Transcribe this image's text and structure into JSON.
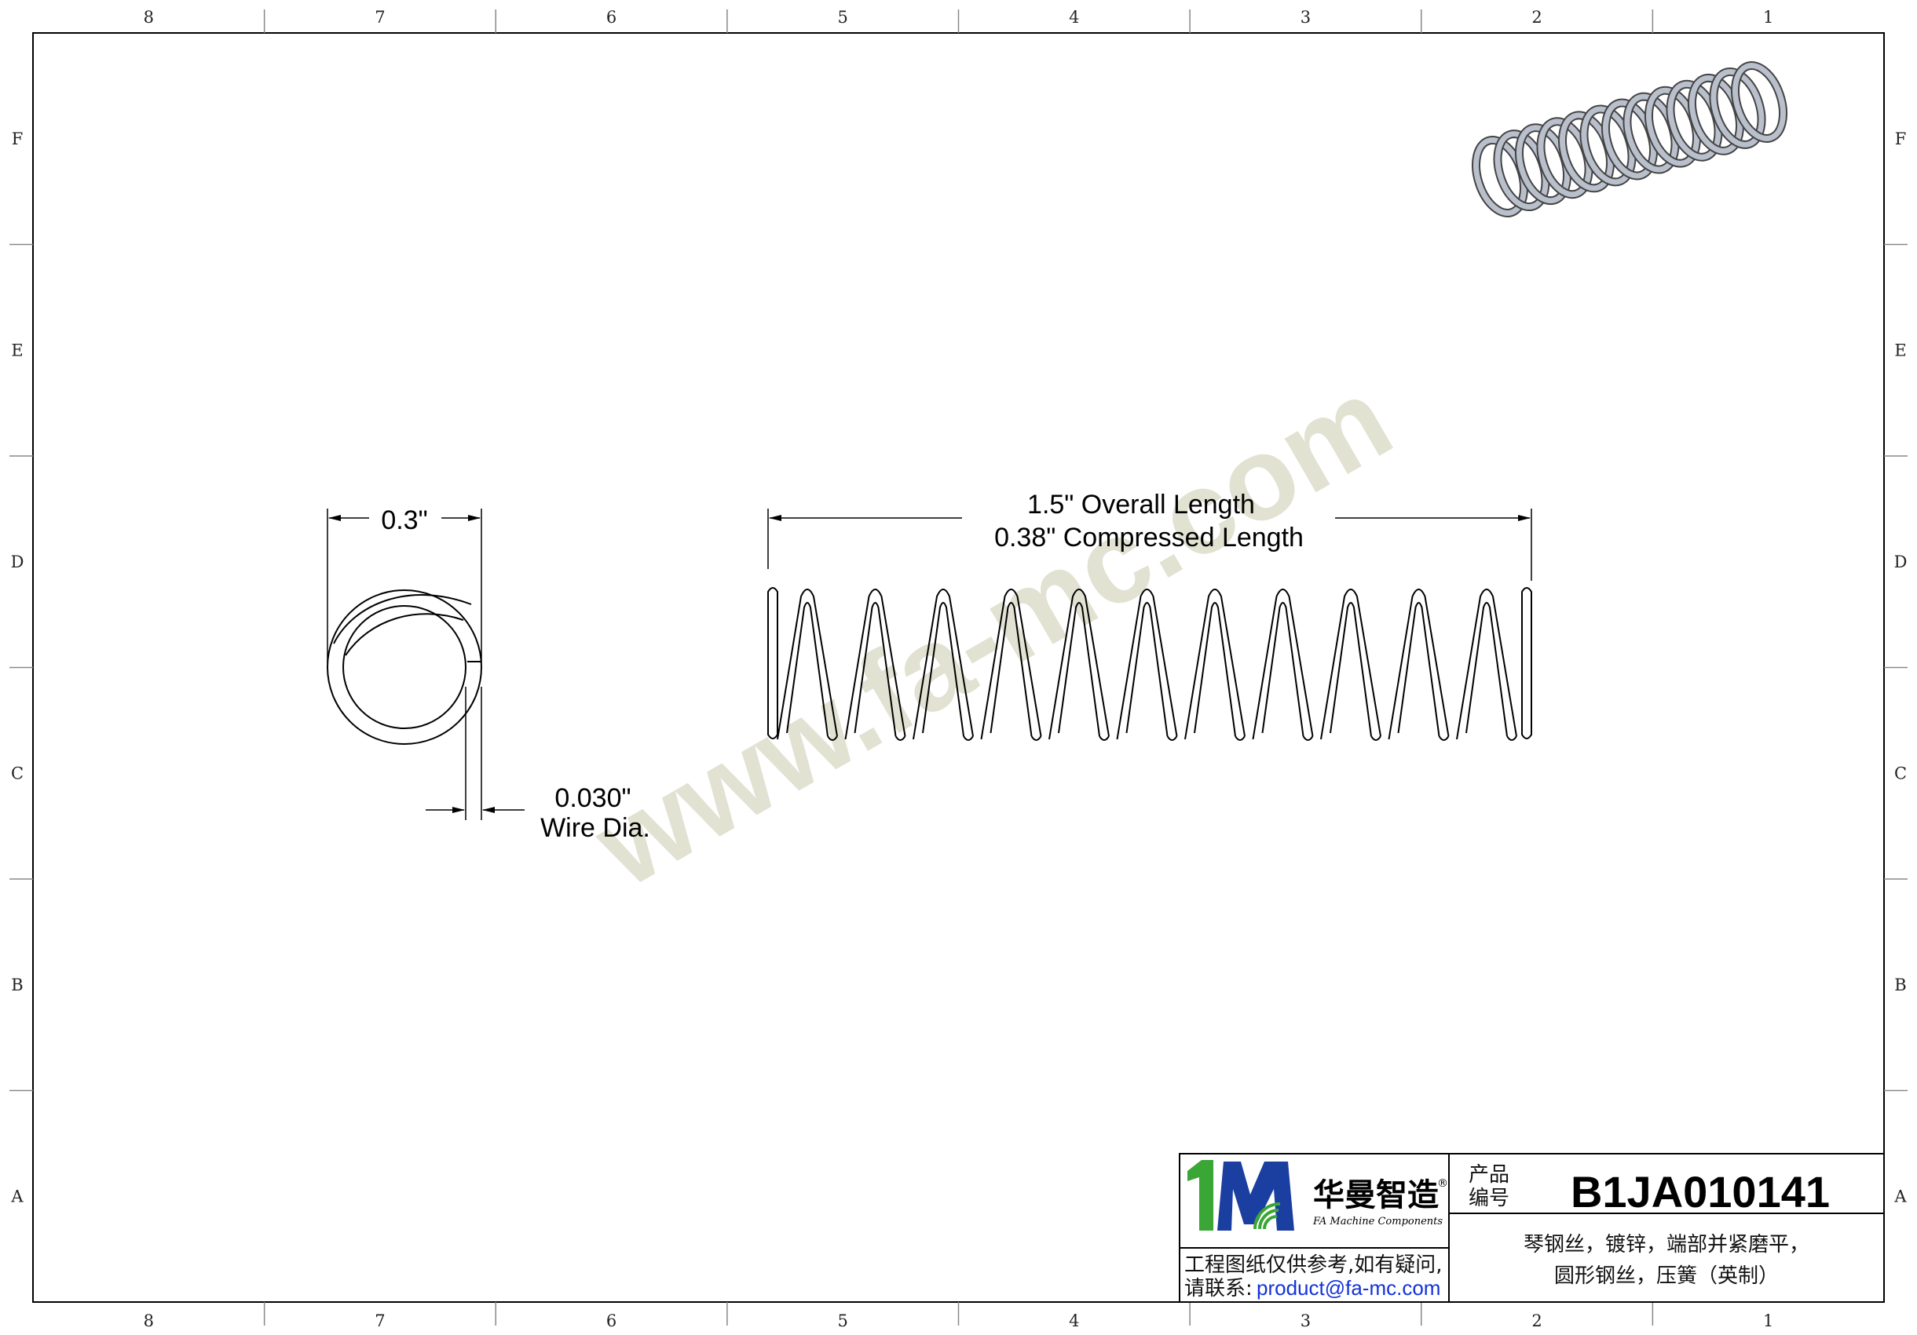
{
  "zones": {
    "columns": [
      "8",
      "7",
      "6",
      "5",
      "4",
      "3",
      "2",
      "1"
    ],
    "rows": [
      "F",
      "E",
      "D",
      "C",
      "B",
      "A"
    ]
  },
  "watermark": "www.fa-mc.com",
  "dimensions": {
    "outer_diameter": "0.3\"",
    "overall_length": "1.5\" Overall Length",
    "compressed_length": "0.38\" Compressed Length",
    "wire_dia_value": "0.030\"",
    "wire_dia_label": "Wire Dia."
  },
  "title_block": {
    "brand_cn": "华曼智造",
    "brand_en": "FA Machine Components",
    "registered_mark": "®",
    "product_no_label_line1": "产品",
    "product_no_label_line2": "编号",
    "product_code": "B1JA010141",
    "note_line1": "工程图纸仅供参考,如有疑问,",
    "note_line2_prefix": "请联系:",
    "contact_email": "product@fa-mc.com",
    "description_line1": "琴钢丝，镀锌，端部并紧磨平，",
    "description_line2": "圆形钢丝，压簧（英制）"
  },
  "colors": {
    "logo_green": "#3aa635",
    "logo_blue": "#1b3fa0",
    "spring_steel": "#b9c0cc",
    "email_blue": "#1432d8",
    "watermark": "#e2e2d2"
  }
}
